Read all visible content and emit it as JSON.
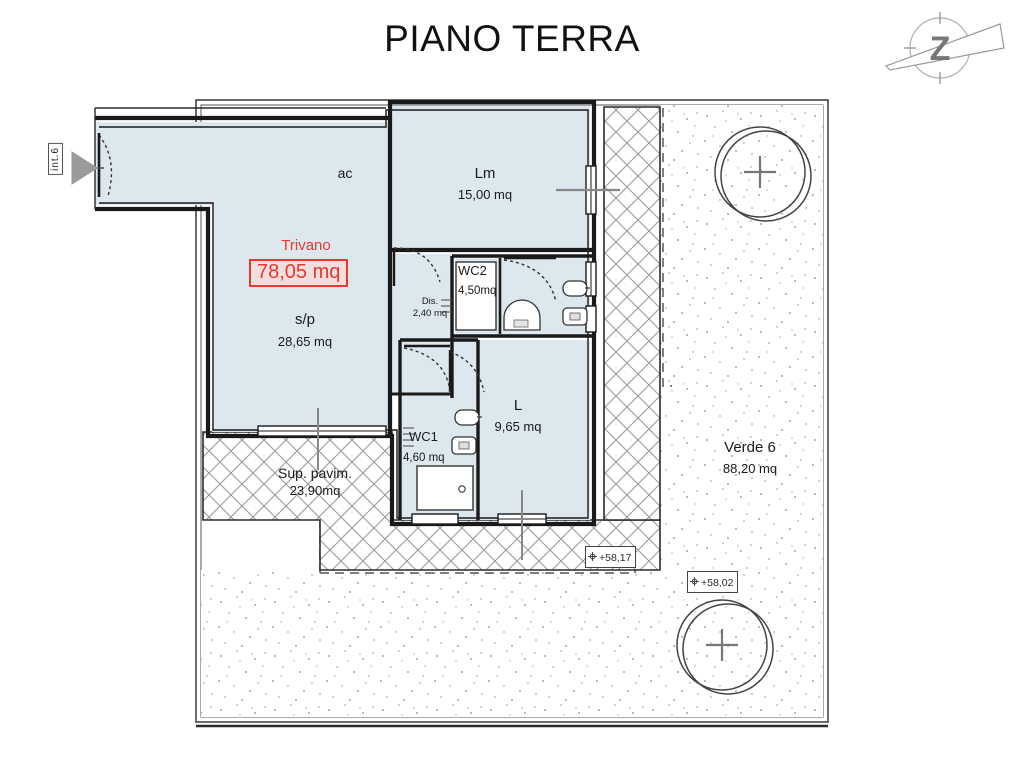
{
  "document": {
    "title": "PIANO TERRA",
    "drawing_type": "architectural-floor-plan"
  },
  "compass": {
    "name": "north-arrow",
    "letter": "Z"
  },
  "entry_marker": {
    "label": "int.6"
  },
  "apartment": {
    "summary_label": "Trivano",
    "summary_area": "78,05 mq",
    "summary_color": "#e8392e",
    "fill_color": "#dde7ee",
    "wall_color": "#1a1a1a",
    "rooms": [
      {
        "key": "ac",
        "name": "ac",
        "area": ""
      },
      {
        "key": "lm",
        "name": "Lm",
        "area": "15,00 mq"
      },
      {
        "key": "sp",
        "name": "s/p",
        "area": "28,65 mq"
      },
      {
        "key": "dis",
        "name": "Dis.",
        "area": "2,40 mq"
      },
      {
        "key": "wc2",
        "name": "WC2",
        "area": "4,50mq"
      },
      {
        "key": "wc1",
        "name": "WC1",
        "area": "4,60 mq"
      },
      {
        "key": "l",
        "name": "L",
        "area": "9,65 mq"
      }
    ]
  },
  "outdoor": {
    "paved": {
      "name": "Sup. pavim.",
      "area": "23,90mq"
    },
    "green": {
      "name": "Verde 6",
      "area": "88,20 mq"
    }
  },
  "elevations": [
    {
      "key": "e1",
      "value": "+58,17"
    },
    {
      "key": "e2",
      "value": "+58,02"
    }
  ]
}
